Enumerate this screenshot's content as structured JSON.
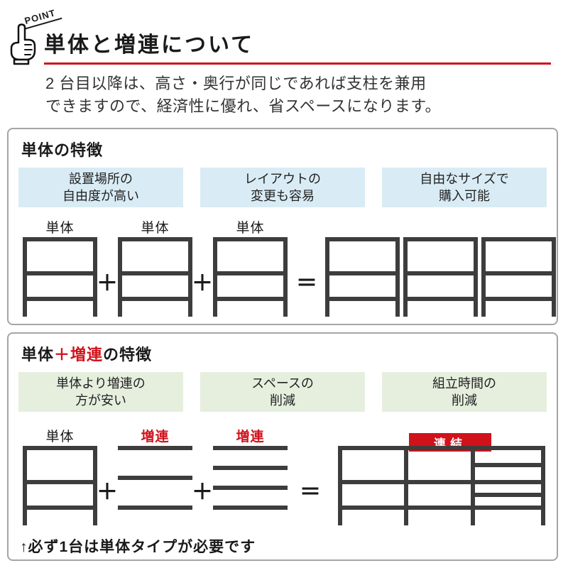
{
  "colors": {
    "accent_red": "#d0121b",
    "feature_blue_bg": "#d9ecf5",
    "feature_green_bg": "#e6efde",
    "diagram_gray": "#3d3d3d"
  },
  "header": {
    "point_label": "POINT",
    "title": "単体と増連について",
    "description_line1": "2 台目以降は、高さ・奥行が同じであれば支柱を兼用",
    "description_line2": "できますので、経済性に優れ、省スペースになります。"
  },
  "ops": {
    "plus": "＋",
    "equals": "＝"
  },
  "tantai": {
    "heading": "単体の特徴",
    "features": [
      {
        "line1": "設置場所の",
        "line2": "自由度が高い"
      },
      {
        "line1": "レイアウトの",
        "line2": "変更も容易"
      },
      {
        "line1": "自由なサイズで",
        "line2": "購入可能"
      }
    ],
    "unit_labels": [
      "単体",
      "単体",
      "単体"
    ]
  },
  "zouren": {
    "heading_part1": "単体",
    "heading_part2": "＋増連",
    "heading_part3": "の特徴",
    "features": [
      {
        "line1": "単体より増連の",
        "line2": "方が安い"
      },
      {
        "line1": "スペースの",
        "line2": "削減"
      },
      {
        "line1": "組立時間の",
        "line2": "削減"
      }
    ],
    "unit_labels": [
      "単体",
      "増連",
      "増連"
    ],
    "badge": "連結",
    "note": "↑必ず1台は単体タイプが必要です"
  }
}
